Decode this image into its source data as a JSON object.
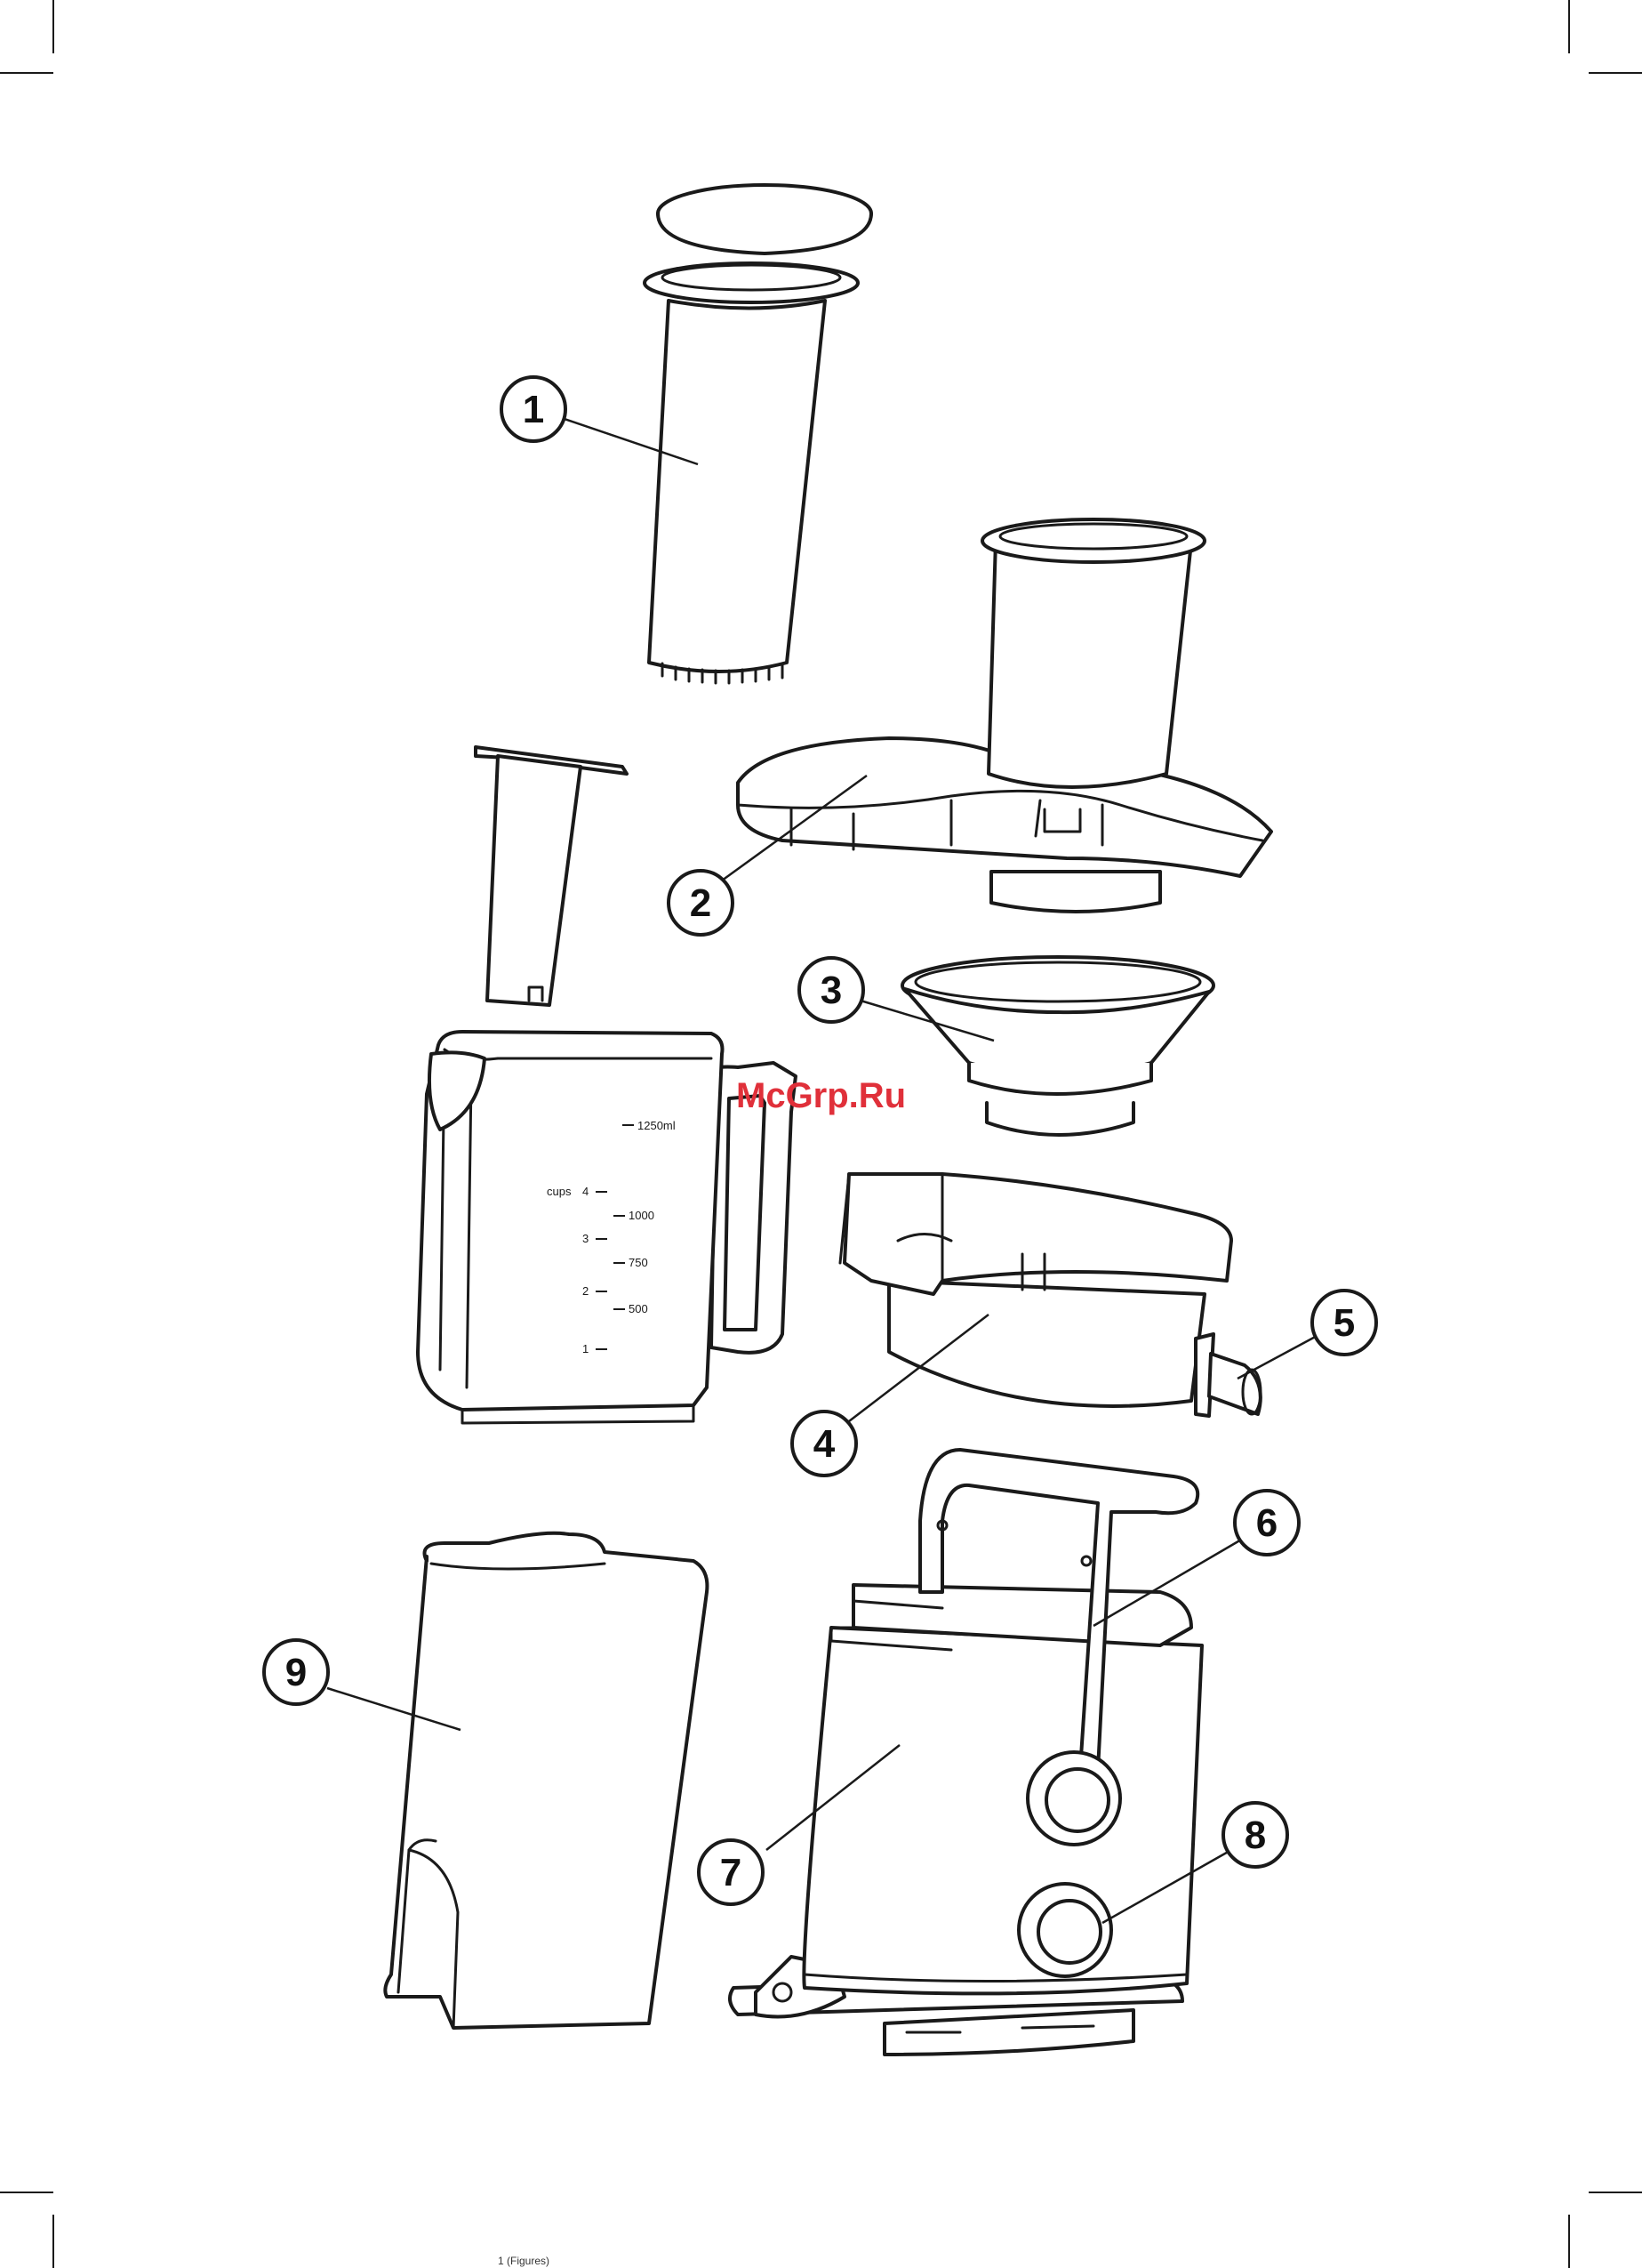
{
  "watermark": {
    "text": "McGrp.Ru",
    "color": "#e0303a"
  },
  "callouts": [
    {
      "number": "1"
    },
    {
      "number": "2"
    },
    {
      "number": "3"
    },
    {
      "number": "4"
    },
    {
      "number": "5"
    },
    {
      "number": "6"
    },
    {
      "number": "7"
    },
    {
      "number": "8"
    },
    {
      "number": "9"
    }
  ],
  "jug_scale": {
    "cups_label": "cups",
    "cups_marks": [
      "4",
      "3",
      "2",
      "1"
    ],
    "ml_marks": [
      "1250ml",
      "1000",
      "750",
      "500"
    ]
  },
  "footer_text": "1 (Figures)"
}
